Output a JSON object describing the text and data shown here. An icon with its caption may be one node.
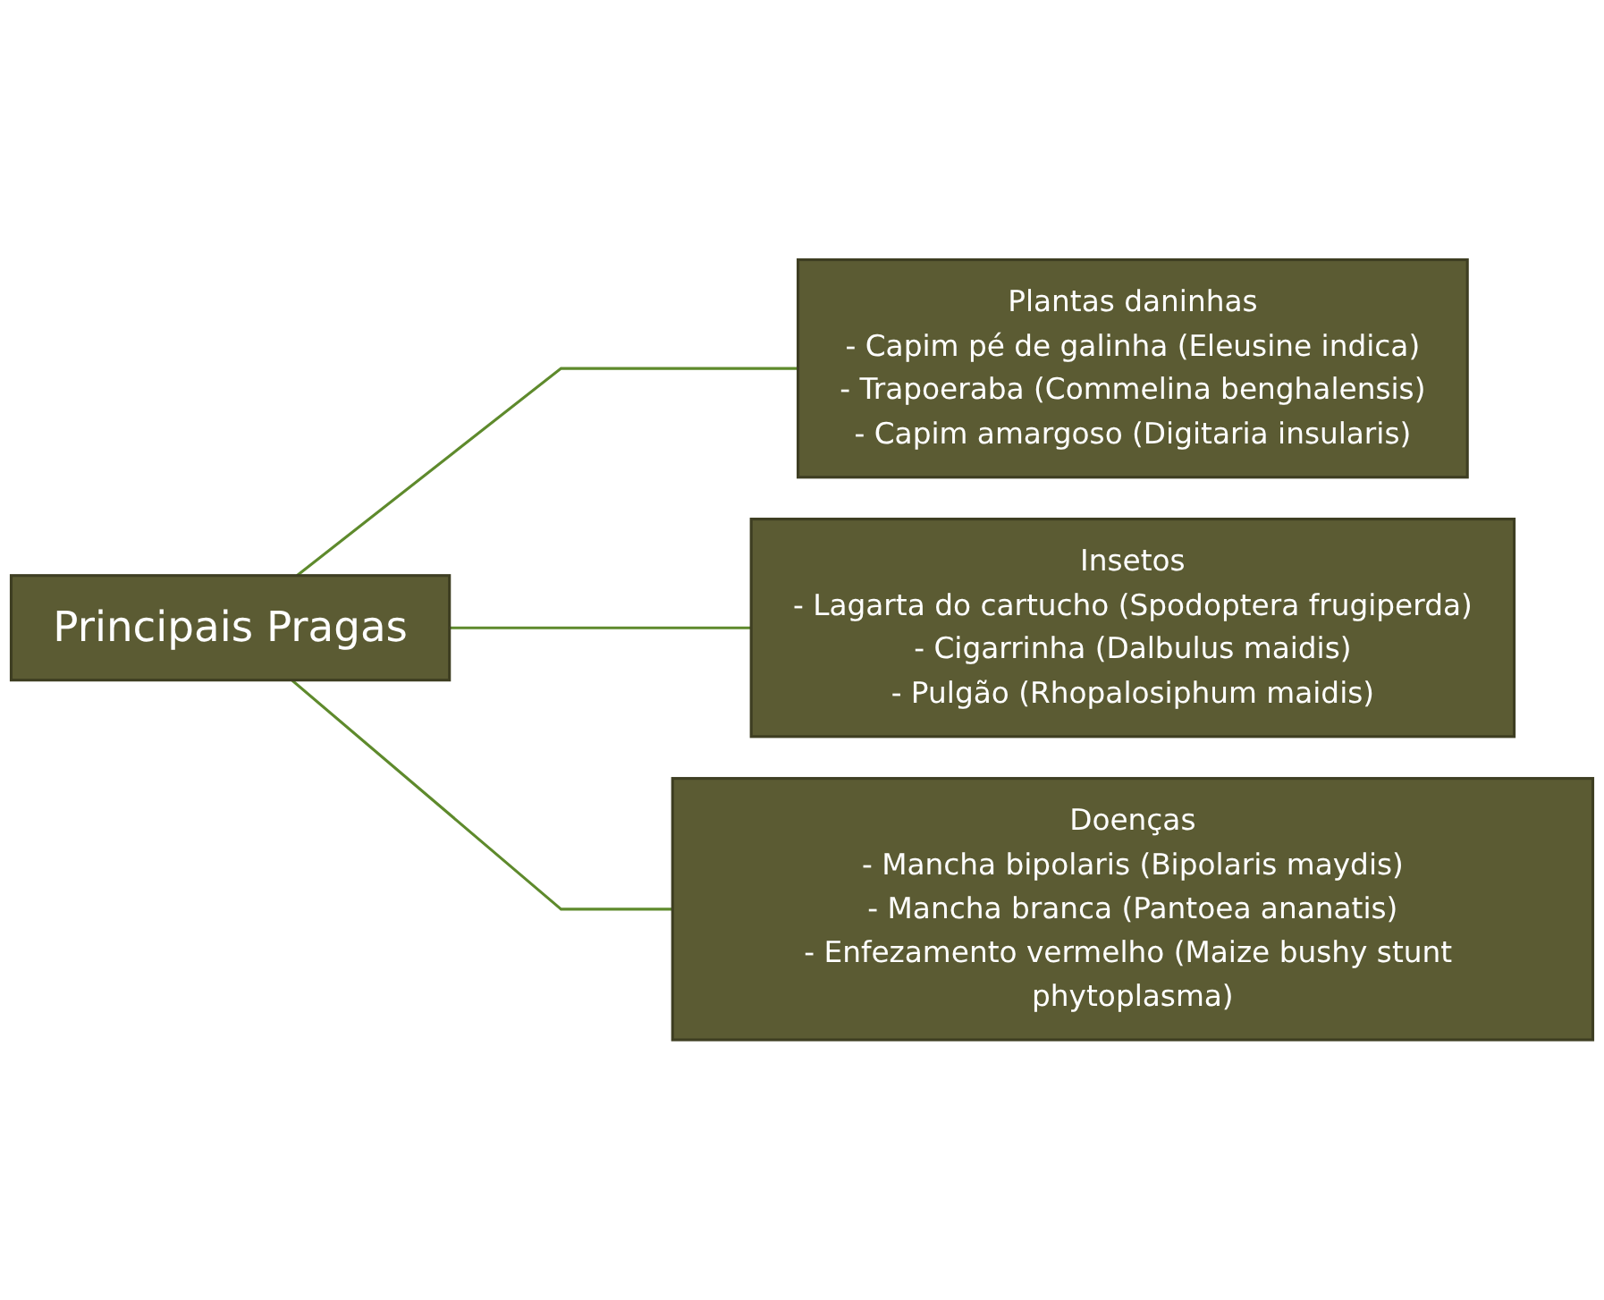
{
  "diagram": {
    "nodes": [
      {
        "text": [
          "Principais Pragas"
        ]
      },
      {
        "text": [
          "Plantas daninhas",
          "- Capim pé de galinha (Eleusine indica)",
          "- Trapoeraba (Commelina benghalensis)",
          "- Capim amargoso (Digitaria insularis)"
        ]
      },
      {
        "text": [
          "Insetos",
          "- Lagarta do cartucho (Spodoptera frugiperda)",
          "- Cigarrinha (Dalbulus maidis)",
          "- Pulgão (Rhopalosiphum maidis)"
        ]
      },
      {
        "text": [
          "Doenças",
          "- Mancha bipolaris (Bipolaris maydis)",
          "- Mancha branca (Pantoea ananatis)",
          "- Enfezamento vermelho (Maize bushy stunt phytoplasma)"
        ]
      }
    ],
    "edges": [
      {
        "from": 0,
        "to": 1,
        "arrow": "none"
      },
      {
        "from": 0,
        "to": 2,
        "arrow": "none"
      },
      {
        "from": 0,
        "to": 3,
        "arrow": "none"
      }
    ]
  }
}
